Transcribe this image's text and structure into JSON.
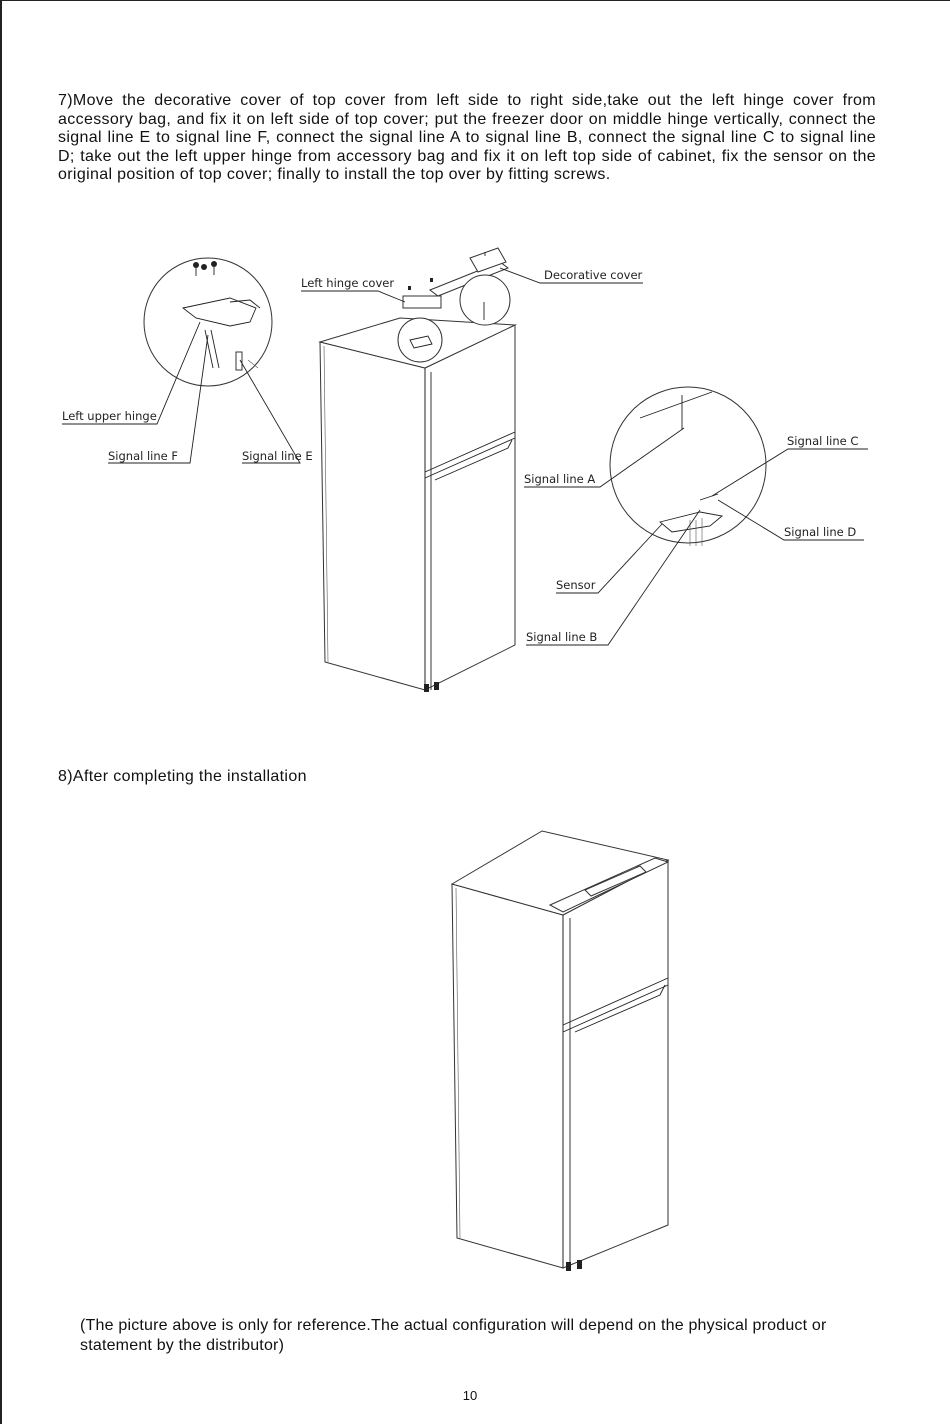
{
  "page": {
    "step7_text": "7)Move the decorative cover of top cover from left side to right side,take out the left hinge cover from accessory bag, and fix it on left side of top cover; put the freezer door on middle hinge vertically, connect the signal line E to signal line F, connect the signal line A to signal line B, connect the signal line C to signal line D; take out the left upper hinge from accessory bag and fix it on left top side of cabinet, fix the sensor on the original position of top cover; finally to install the top over by fitting screws.",
    "step8_text": "8)After completing the installation",
    "note_text": "(The picture above is only for reference.The actual configuration will depend on the physical product or statement by the distributor)",
    "page_number": "10"
  },
  "figure1": {
    "labels": {
      "left_hinge_cover": "Left hinge cover",
      "decorative_cover": "Decorative cover",
      "left_upper_hinge": "Left upper hinge",
      "signal_line_f": "Signal line  F",
      "signal_line_e": "Signal line  E",
      "signal_line_a": "Signal line  A",
      "signal_line_c": "Signal line  C",
      "signal_line_d": "Signal line  D",
      "sensor": "Sensor",
      "signal_line_b": "Signal line  B"
    }
  }
}
